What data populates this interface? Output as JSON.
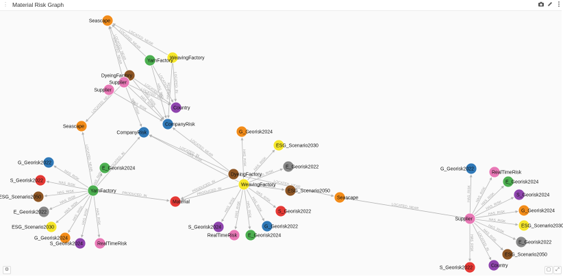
{
  "header": {
    "title": "Material Risk Graph",
    "icons": [
      "camera-icon",
      "pen-icon",
      "more-vertical-icon"
    ]
  },
  "colors": {
    "edge": "#b6b6b6",
    "Material": "#e53935",
    "Factory": "#8d5524",
    "WeavingFactory": "#f5e62b",
    "YarnFactory": "#4caf50",
    "Seascape": "#f28c1a",
    "Supplier": "#e879b6",
    "Country": "#8e44ad",
    "CompanyRisk": "#2f78b7",
    "Georisk_E": "#888888",
    "Georisk_G": "#2f78b7",
    "Georisk_S": "#e53935",
    "Scenario2050": "#8d5524",
    "Scenario2030": "#f5e62b",
    "Scenario2024": "#f28c1a",
    "RealTime": "#e879b6"
  },
  "nodes": [
    {
      "id": "seascape_top",
      "label": "Seascape",
      "color": "#f28c1a"
    },
    {
      "id": "weaving_top",
      "label": "WeavingFactory",
      "color": "#f5e62b"
    },
    {
      "id": "yarn_top",
      "label": "YarnFactory",
      "color": "#4caf50"
    },
    {
      "id": "dyeing_top",
      "label": "DyeingFactory",
      "color": "#8d5524"
    },
    {
      "id": "supplier_top",
      "label": "Supplier",
      "color": "#e879b6"
    },
    {
      "id": "supplier_top2",
      "label": "Supplier",
      "color": "#e879b6"
    },
    {
      "id": "country_top",
      "label": "Country",
      "color": "#8e44ad"
    },
    {
      "id": "companyrisk_1",
      "label": "CompanyRisk",
      "color": "#2f78b7"
    },
    {
      "id": "companyrisk_2",
      "label": "CompanyRisk",
      "color": "#2f78b7"
    },
    {
      "id": "seascape_left",
      "label": "Seascape",
      "color": "#f28c1a"
    },
    {
      "id": "yarn_left",
      "label": "YarnFactory",
      "color": "#4caf50"
    },
    {
      "id": "g2022_left",
      "label": "G_Georisk2022",
      "color": "#2f78b7"
    },
    {
      "id": "e2024_left",
      "label": "E_Georisk2024",
      "color": "#4caf50"
    },
    {
      "id": "s2022_left",
      "label": "S_Georisk2022",
      "color": "#e53935"
    },
    {
      "id": "esg2050_left",
      "label": "ESG_Scenario2050",
      "color": "#8d5524"
    },
    {
      "id": "e2022_left",
      "label": "E_Georisk2022",
      "color": "#888888"
    },
    {
      "id": "esg2030_left",
      "label": "ESG_Scenario2030",
      "color": "#f5e62b"
    },
    {
      "id": "g2024_left",
      "label": "G_Georisk2024",
      "color": "#f28c1a"
    },
    {
      "id": "s2024_left",
      "label": "S_Georisk2024",
      "color": "#8e44ad"
    },
    {
      "id": "realtime_left",
      "label": "RealTimeRisk",
      "color": "#e879b6"
    },
    {
      "id": "material",
      "label": "Material",
      "color": "#e53935"
    },
    {
      "id": "dyeing_mid",
      "label": "DyeingFactory",
      "color": "#8d5524"
    },
    {
      "id": "weaving_mid",
      "label": "WeavingFactory",
      "color": "#f5e62b"
    },
    {
      "id": "g2024_mid",
      "label": "G_Georisk2024",
      "color": "#f28c1a"
    },
    {
      "id": "esg2030_mid",
      "label": "ESG_Scenario2030",
      "color": "#f5e62b"
    },
    {
      "id": "e2022_mid",
      "label": "E_Georisk2022",
      "color": "#888888"
    },
    {
      "id": "esg2050_mid",
      "label": "ESG_Scenario2050",
      "color": "#8d5524"
    },
    {
      "id": "seascape_mid",
      "label": "Seascape",
      "color": "#f28c1a"
    },
    {
      "id": "s2022_mid",
      "label": "S_Georisk2022",
      "color": "#e53935"
    },
    {
      "id": "g2022_mid",
      "label": "G_Georisk2022",
      "color": "#2f78b7"
    },
    {
      "id": "s2024_mid",
      "label": "S_Georisk2024",
      "color": "#8e44ad"
    },
    {
      "id": "realtime_mid",
      "label": "RealTimeRisk",
      "color": "#e879b6"
    },
    {
      "id": "e2024_mid",
      "label": "E_Georisk2024",
      "color": "#4caf50"
    },
    {
      "id": "supplier_right",
      "label": "Supplier",
      "color": "#e879b6"
    },
    {
      "id": "g2022_right",
      "label": "G_Georisk2022",
      "color": "#2f78b7"
    },
    {
      "id": "realtime_right",
      "label": "RealTimeRisk",
      "color": "#e879b6"
    },
    {
      "id": "e2024_right",
      "label": "E_Georisk2024",
      "color": "#4caf50"
    },
    {
      "id": "s2024_right",
      "label": "S_Georisk2024",
      "color": "#8e44ad"
    },
    {
      "id": "g2024_right",
      "label": "G_Georisk2024",
      "color": "#f28c1a"
    },
    {
      "id": "esg2030_right",
      "label": "ESG_Scenario2030",
      "color": "#f5e62b"
    },
    {
      "id": "e2022_right",
      "label": "E_Georisk2022",
      "color": "#888888"
    },
    {
      "id": "esg2050_right",
      "label": "ESG_Scenario2050",
      "color": "#8d5524"
    },
    {
      "id": "s2022_right",
      "label": "S_Georisk2022",
      "color": "#e53935"
    },
    {
      "id": "country_right",
      "label": "Country",
      "color": "#8e44ad"
    }
  ],
  "edges": [
    {
      "from": "supplier_top",
      "to": "seascape_top",
      "label": "LOCATED_NEAR"
    },
    {
      "from": "dyeing_top",
      "to": "seascape_top",
      "label": "LOCATED_NEAR"
    },
    {
      "from": "yarn_top",
      "to": "seascape_top",
      "label": "LOCATED_NEAR"
    },
    {
      "from": "weaving_top",
      "to": "seascape_top",
      "label": "LOCATED_NEAR"
    },
    {
      "from": "supplier_top",
      "to": "country_top",
      "label": "LOCATED_IN"
    },
    {
      "from": "dyeing_top",
      "to": "country_top",
      "label": "LOCATED_IN"
    },
    {
      "from": "yarn_top",
      "to": "country_top",
      "label": "LOCATED_IN"
    },
    {
      "from": "weaving_top",
      "to": "country_top",
      "label": "LOCATED_IN"
    },
    {
      "from": "supplier_top",
      "to": "companyrisk_1",
      "label": "HAS_RISK"
    },
    {
      "from": "supplier_top2",
      "to": "companyrisk_1",
      "label": "HAS_RISK"
    },
    {
      "from": "dyeing_top",
      "to": "companyrisk_1",
      "label": "HAS_RISK"
    },
    {
      "from": "yarn_top",
      "to": "companyrisk_1",
      "label": "HAS_RISK"
    },
    {
      "from": "weaving_top",
      "to": "companyrisk_1",
      "label": "HAS_RISK"
    },
    {
      "from": "supplier_top",
      "to": "companyrisk_2",
      "label": "HAS_RISK"
    },
    {
      "from": "supplier_top",
      "to": "seascape_left",
      "label": "LOCATED_NEAR"
    },
    {
      "from": "yarn_left",
      "to": "seascape_left",
      "label": "LOCATED_NEAR"
    },
    {
      "from": "yarn_left",
      "to": "companyrisk_2",
      "label": "LOCATED_IN"
    },
    {
      "from": "yarn_left",
      "to": "e2024_left",
      "label": "HAS_RISK"
    },
    {
      "from": "yarn_left",
      "to": "g2022_left",
      "label": "HAS_RISK"
    },
    {
      "from": "yarn_left",
      "to": "s2022_left",
      "label": "HAS_RISK"
    },
    {
      "from": "yarn_left",
      "to": "esg2050_left",
      "label": "HAS_RISK"
    },
    {
      "from": "yarn_left",
      "to": "e2022_left",
      "label": "HAS_RISK"
    },
    {
      "from": "yarn_left",
      "to": "esg2030_left",
      "label": "HAS_RISK"
    },
    {
      "from": "yarn_left",
      "to": "g2024_left",
      "label": "HAS_RISK"
    },
    {
      "from": "yarn_left",
      "to": "s2024_left",
      "label": "HAS_RISK"
    },
    {
      "from": "yarn_left",
      "to": "realtime_left",
      "label": "HAS_RISK"
    },
    {
      "from": "yarn_left",
      "to": "material",
      "label": "PRODUCED_IN"
    },
    {
      "from": "dyeing_mid",
      "to": "material",
      "label": "PRODUCED_IN"
    },
    {
      "from": "weaving_mid",
      "to": "material",
      "label": "PRODUCED_IN"
    },
    {
      "from": "dyeing_mid",
      "to": "companyrisk_2",
      "label": "LOCATED_IN"
    },
    {
      "from": "weaving_mid",
      "to": "companyrisk_2",
      "label": "HAS_RISK"
    },
    {
      "from": "dyeing_mid",
      "to": "companyrisk_1",
      "label": "LOCATED_NEAR"
    },
    {
      "from": "weaving_mid",
      "to": "g2024_mid",
      "label": "HAS_RISK"
    },
    {
      "from": "weaving_mid",
      "to": "esg2030_mid",
      "label": "HAS_RISK"
    },
    {
      "from": "weaving_mid",
      "to": "e2022_mid",
      "label": "HAS_RISK"
    },
    {
      "from": "weaving_mid",
      "to": "esg2050_mid",
      "label": "HAS_RISK"
    },
    {
      "from": "weaving_mid",
      "to": "s2022_mid",
      "label": "HAS_RISK"
    },
    {
      "from": "weaving_mid",
      "to": "g2022_mid",
      "label": "HAS_RISK"
    },
    {
      "from": "weaving_mid",
      "to": "s2024_mid",
      "label": "HAS_RISK"
    },
    {
      "from": "weaving_mid",
      "to": "realtime_mid",
      "label": "HAS_RISK"
    },
    {
      "from": "weaving_mid",
      "to": "e2024_mid",
      "label": "HAS_RISK"
    },
    {
      "from": "dyeing_mid",
      "to": "seascape_mid",
      "label": "LOCATED_NEAR"
    },
    {
      "from": "supplier_right",
      "to": "seascape_mid",
      "label": "LOCATED_NEAR"
    },
    {
      "from": "supplier_right",
      "to": "g2022_right",
      "label": "HAS_RISK"
    },
    {
      "from": "supplier_right",
      "to": "realtime_right",
      "label": "HAS_RISK"
    },
    {
      "from": "supplier_right",
      "to": "e2024_right",
      "label": "HAS_RISK"
    },
    {
      "from": "supplier_right",
      "to": "s2024_right",
      "label": "HAS_RISK"
    },
    {
      "from": "supplier_right",
      "to": "g2024_right",
      "label": "HAS_RISK"
    },
    {
      "from": "supplier_right",
      "to": "esg2030_right",
      "label": "HAS_RISK"
    },
    {
      "from": "supplier_right",
      "to": "e2022_right",
      "label": "HAS_RISK"
    },
    {
      "from": "supplier_right",
      "to": "esg2050_right",
      "label": "HAS_RISK"
    },
    {
      "from": "supplier_right",
      "to": "s2022_right",
      "label": "HAS_RISK"
    },
    {
      "from": "supplier_right",
      "to": "country_right",
      "label": "LOCATED_IN"
    }
  ]
}
